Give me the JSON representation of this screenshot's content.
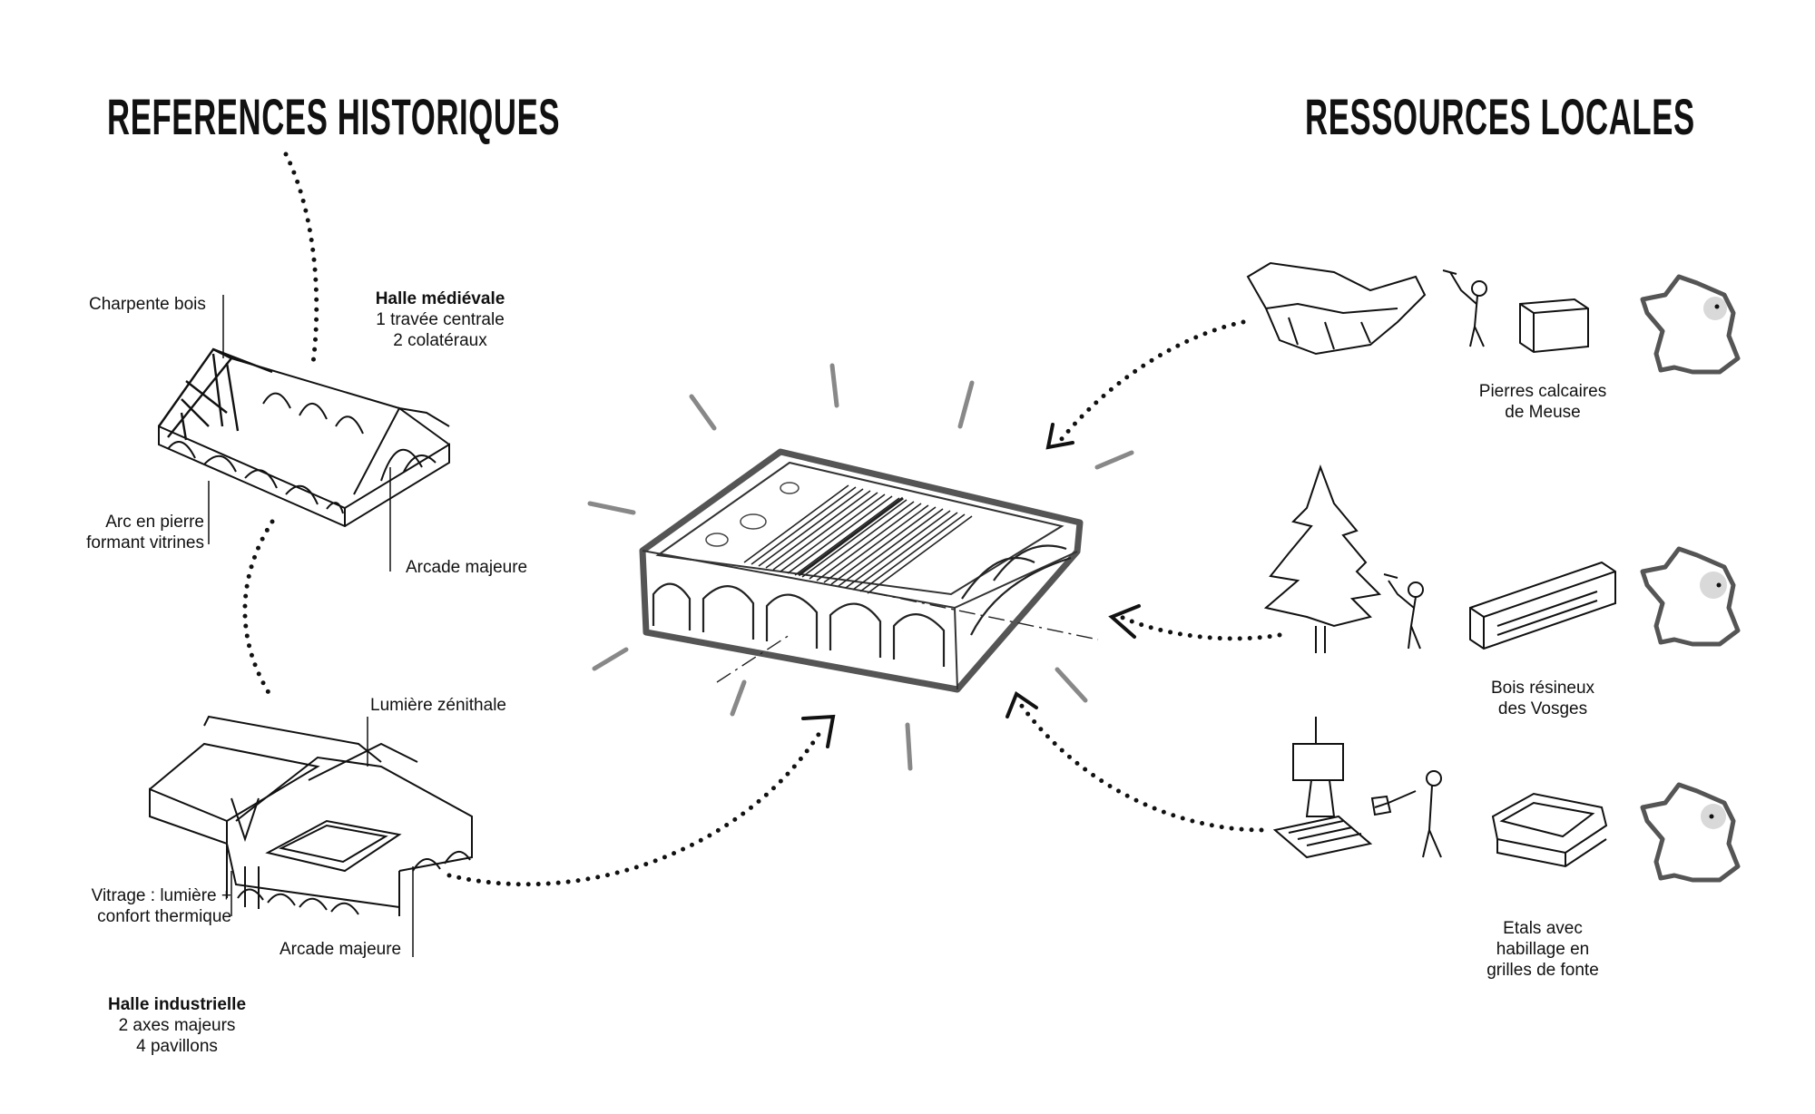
{
  "headings": {
    "left": "REFERENCES HISTORIQUES",
    "right": "RESSOURCES LOCALES"
  },
  "medieval": {
    "title": "Halle médiévale",
    "line1": "1 travée centrale",
    "line2": "2 colatéraux",
    "label_charpente": "Charpente bois",
    "label_arc_1": "Arc en pierre",
    "label_arc_2": "formant vitrines",
    "label_arcade": "Arcade majeure"
  },
  "industrial": {
    "title": "Halle industrielle",
    "line1": "2 axes majeurs",
    "line2": "4 pavillons",
    "label_lumiere": "Lumière zénithale",
    "label_vitrage_1": "Vitrage : lumière +",
    "label_vitrage_2": "confort thermique",
    "label_arcade": "Arcade majeure"
  },
  "resources": {
    "stone_1": "Pierres calcaires",
    "stone_2": "de Meuse",
    "wood_1": "Bois résineux",
    "wood_2": "des Vosges",
    "iron_1": "Etals avec",
    "iron_2": "habillage en",
    "iron_3": "grilles de fonte"
  }
}
